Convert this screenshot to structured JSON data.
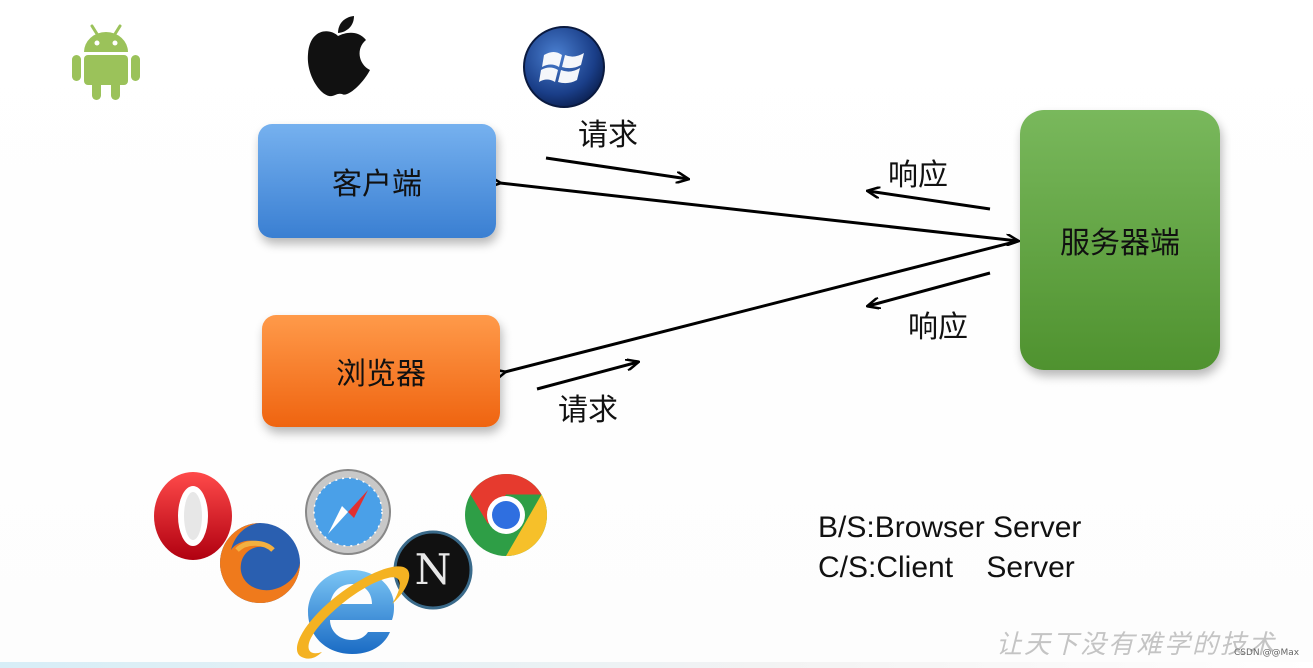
{
  "nodes": {
    "client": "客户端",
    "browser": "浏览器",
    "server": "服务器端"
  },
  "edge_labels": {
    "client_request": "请求",
    "client_response": "响应",
    "browser_request": "请求",
    "browser_response": "响应"
  },
  "legend": {
    "bs": "B/S:Browser Server",
    "cs": "C/S:Client    Server"
  },
  "watermark": "让天下没有难学的技术",
  "credit": "CSDN @@Max",
  "icons": {
    "platforms": [
      "android-icon",
      "apple-icon",
      "windows-icon"
    ],
    "browsers": [
      "opera-icon",
      "firefox-icon",
      "safari-icon",
      "netscape-icon",
      "chrome-icon",
      "ie-icon"
    ]
  },
  "colors": {
    "client": "#4a8fe0",
    "browser": "#f57a22",
    "server": "#63a545"
  }
}
